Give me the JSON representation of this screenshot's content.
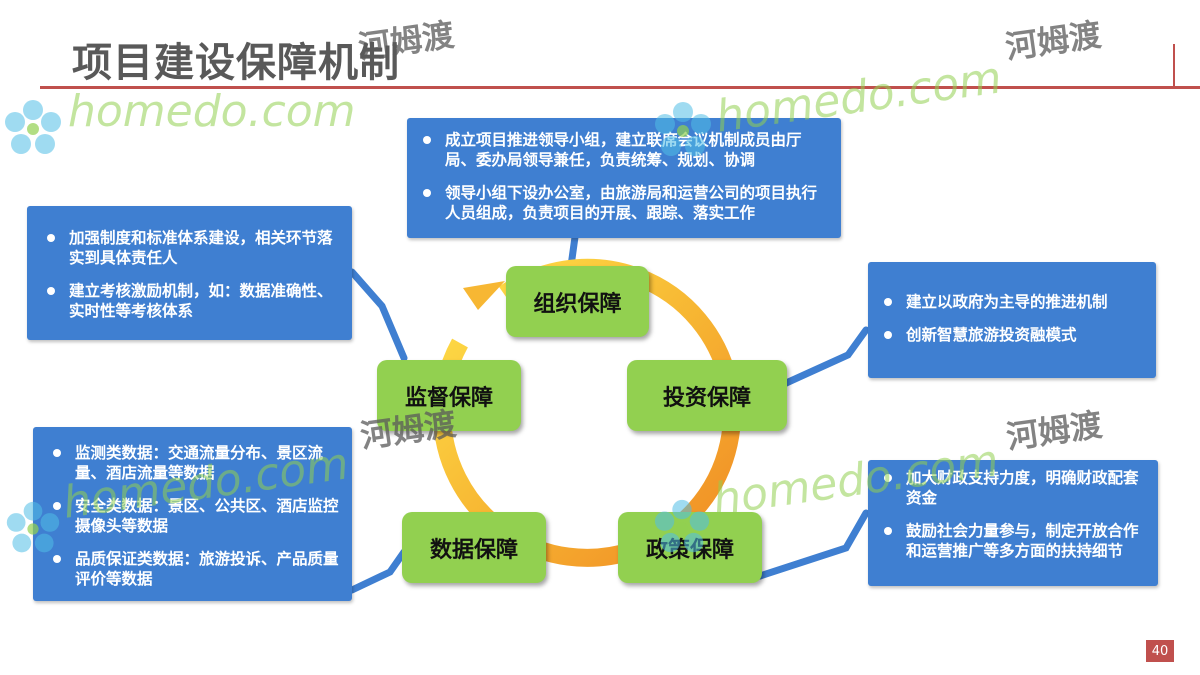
{
  "title": "项目建设保障机制",
  "nodes": {
    "org": "组织保障",
    "invest": "投资保障",
    "policy": "政策保障",
    "data": "数据保障",
    "supervise": "监督保障"
  },
  "callouts": {
    "org": [
      "成立项目推进领导小组，建立联席会议机制成员由厅局、委办局领导兼任，负责统筹、规划、协调",
      "领导小组下设办公室，由旅游局和运营公司的项目执行人员组成，负责项目的开展、跟踪、落实工作"
    ],
    "invest": [
      "建立以政府为主导的推进机制",
      "创新智慧旅游投资融模式"
    ],
    "policy": [
      "加大财政支持力度，明确财政配套资金",
      "鼓励社会力量参与，制定开放合作和运营推广等多方面的扶持细节"
    ],
    "data": [
      "监测类数据：交通流量分布、景区流量、酒店流量等数据",
      "安全类数据：景区、公共区、酒店监控摄像头等数据",
      "品质保证类数据：旅游投诉、产品质量评价等数据"
    ],
    "supervise": [
      "加强制度和标准体系建设，相关环节落实到具体责任人",
      "建立考核激励机制，如：数据准确性、实时性等考核体系"
    ]
  },
  "watermark": {
    "latin": "homedo.com",
    "cn": "河姆渡"
  },
  "page_number": "40",
  "colors": {
    "accent_red": "#c0504d",
    "callout_blue": "#3f7fd1",
    "node_green": "#92d050",
    "ring_orange": "#f5a623"
  }
}
